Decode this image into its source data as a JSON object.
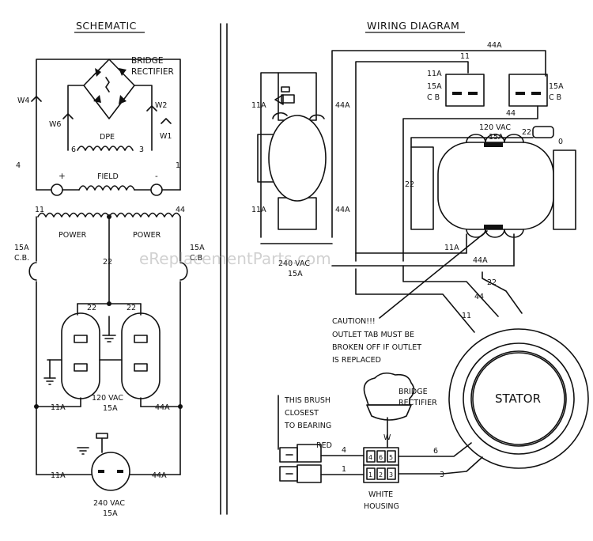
{
  "schematic": {
    "title": "SCHEMATIC",
    "bridge_label_1": "BRIDGE",
    "bridge_label_2": "RECTIFIER",
    "w4": "W4",
    "w6": "W6",
    "w2": "W2",
    "w1": "W1",
    "dpe": "DPE",
    "n6": "6",
    "n3": "3",
    "n4": "4",
    "n1": "1",
    "plus": "+",
    "minus": "-",
    "field": "FIELD",
    "n11": "11",
    "n44": "44",
    "power_left": "POWER",
    "power_right": "POWER",
    "cb_left_1": "15A",
    "cb_left_2": "C.B.",
    "cb_right_1": "15A",
    "cb_right_2": "C.B",
    "n22": "22",
    "out_22a": "22",
    "out_22b": "22",
    "w11a_1": "11A",
    "w44a_1": "44A",
    "outlet120_1": "120 VAC",
    "outlet120_2": "15A",
    "w11a_2": "11A",
    "w44a_2": "44A",
    "outlet240_1": "240 VAC",
    "outlet240_2": "15A"
  },
  "wiring": {
    "title": "WIRING DIAGRAM",
    "w44a_top": "44A",
    "w11": "11",
    "w11a_top": "11A",
    "cb1_1": "15A",
    "cb1_2": "C B",
    "cb2_1": "15A",
    "cb2_2": "C B",
    "w44": "44",
    "w11a_left": "11A",
    "w44a_left": "44A",
    "w11a_left2": "11A",
    "w44a_left2": "44A",
    "r120_1": "120 VAC",
    "r120_2": "15A",
    "w22_top": "22",
    "w0": "0",
    "w22_side": "22",
    "w11a_r": "11A",
    "w44a_r": "44A",
    "r240_1": "240 VAC",
    "r240_2": "15A",
    "w22_diag": "22",
    "w44_diag": "44",
    "w11_diag": "11",
    "caution": "CAUTION!!!",
    "caution_2": "OUTLET TAB MUST BE",
    "caution_3": "BROKEN OFF IF OUTLET",
    "caution_4": "IS REPLACED",
    "stator": "STATOR",
    "bridge_1": "BRIDGE",
    "bridge_2": "RECTIFIER",
    "brush_1": "THIS BRUSH",
    "brush_2": "CLOSEST",
    "brush_3": "TO BEARING",
    "red": "RED",
    "w_letter": "W",
    "wire4": "4",
    "wire1": "1",
    "wire6": "6",
    "wire3": "3",
    "t4": "4",
    "t6": "6",
    "t5": "5",
    "t1": "1",
    "t2": "2",
    "t3": "3",
    "housing_1": "WHITE",
    "housing_2": "HOUSING"
  },
  "watermark": "eReplacementParts.com"
}
